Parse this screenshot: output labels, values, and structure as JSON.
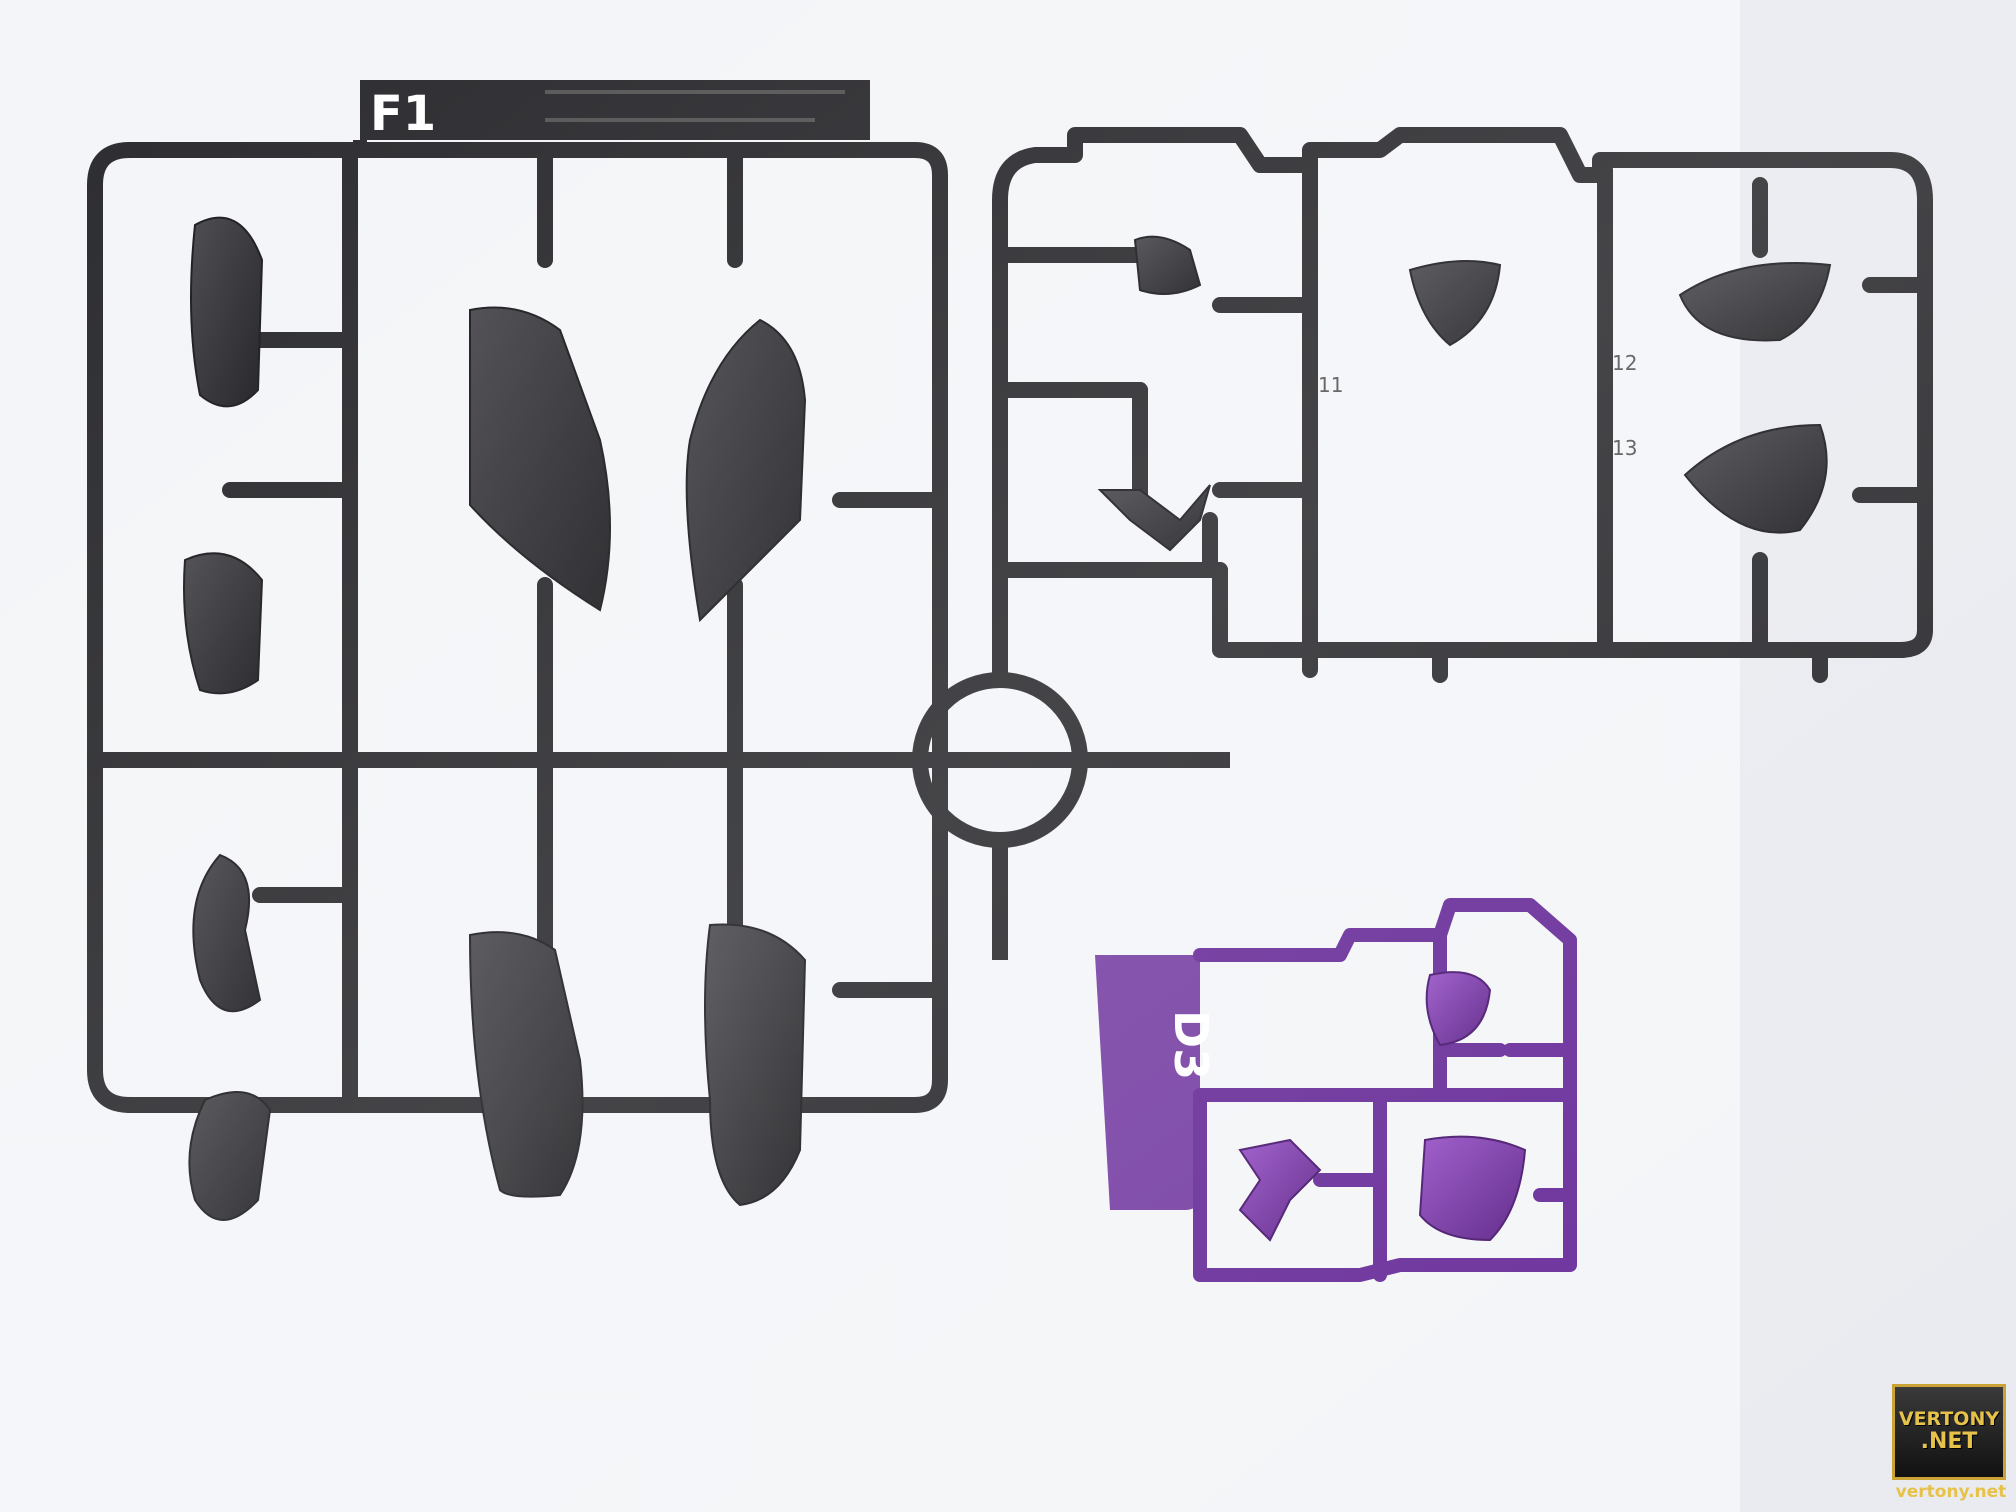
{
  "photo": {
    "subject": "plastic model kit runners in a clear bag",
    "colors": {
      "background": "#f4f5f8",
      "black_runner": "#2b2a2e",
      "black_part": "#3a393d",
      "purple_runner": "#6a2f9a",
      "purple_part": "#7b3aa8",
      "tag_text": "#ffffff",
      "watermark_gold": "#e7c24a"
    }
  },
  "black_runner": {
    "tag_label": "F1",
    "part_numbers": [
      "11",
      "12",
      "13"
    ]
  },
  "purple_runner": {
    "tag_label": "D3"
  },
  "watermark": {
    "line1": "VERTONY",
    "line2": ".NET",
    "url": "vertony.net"
  }
}
